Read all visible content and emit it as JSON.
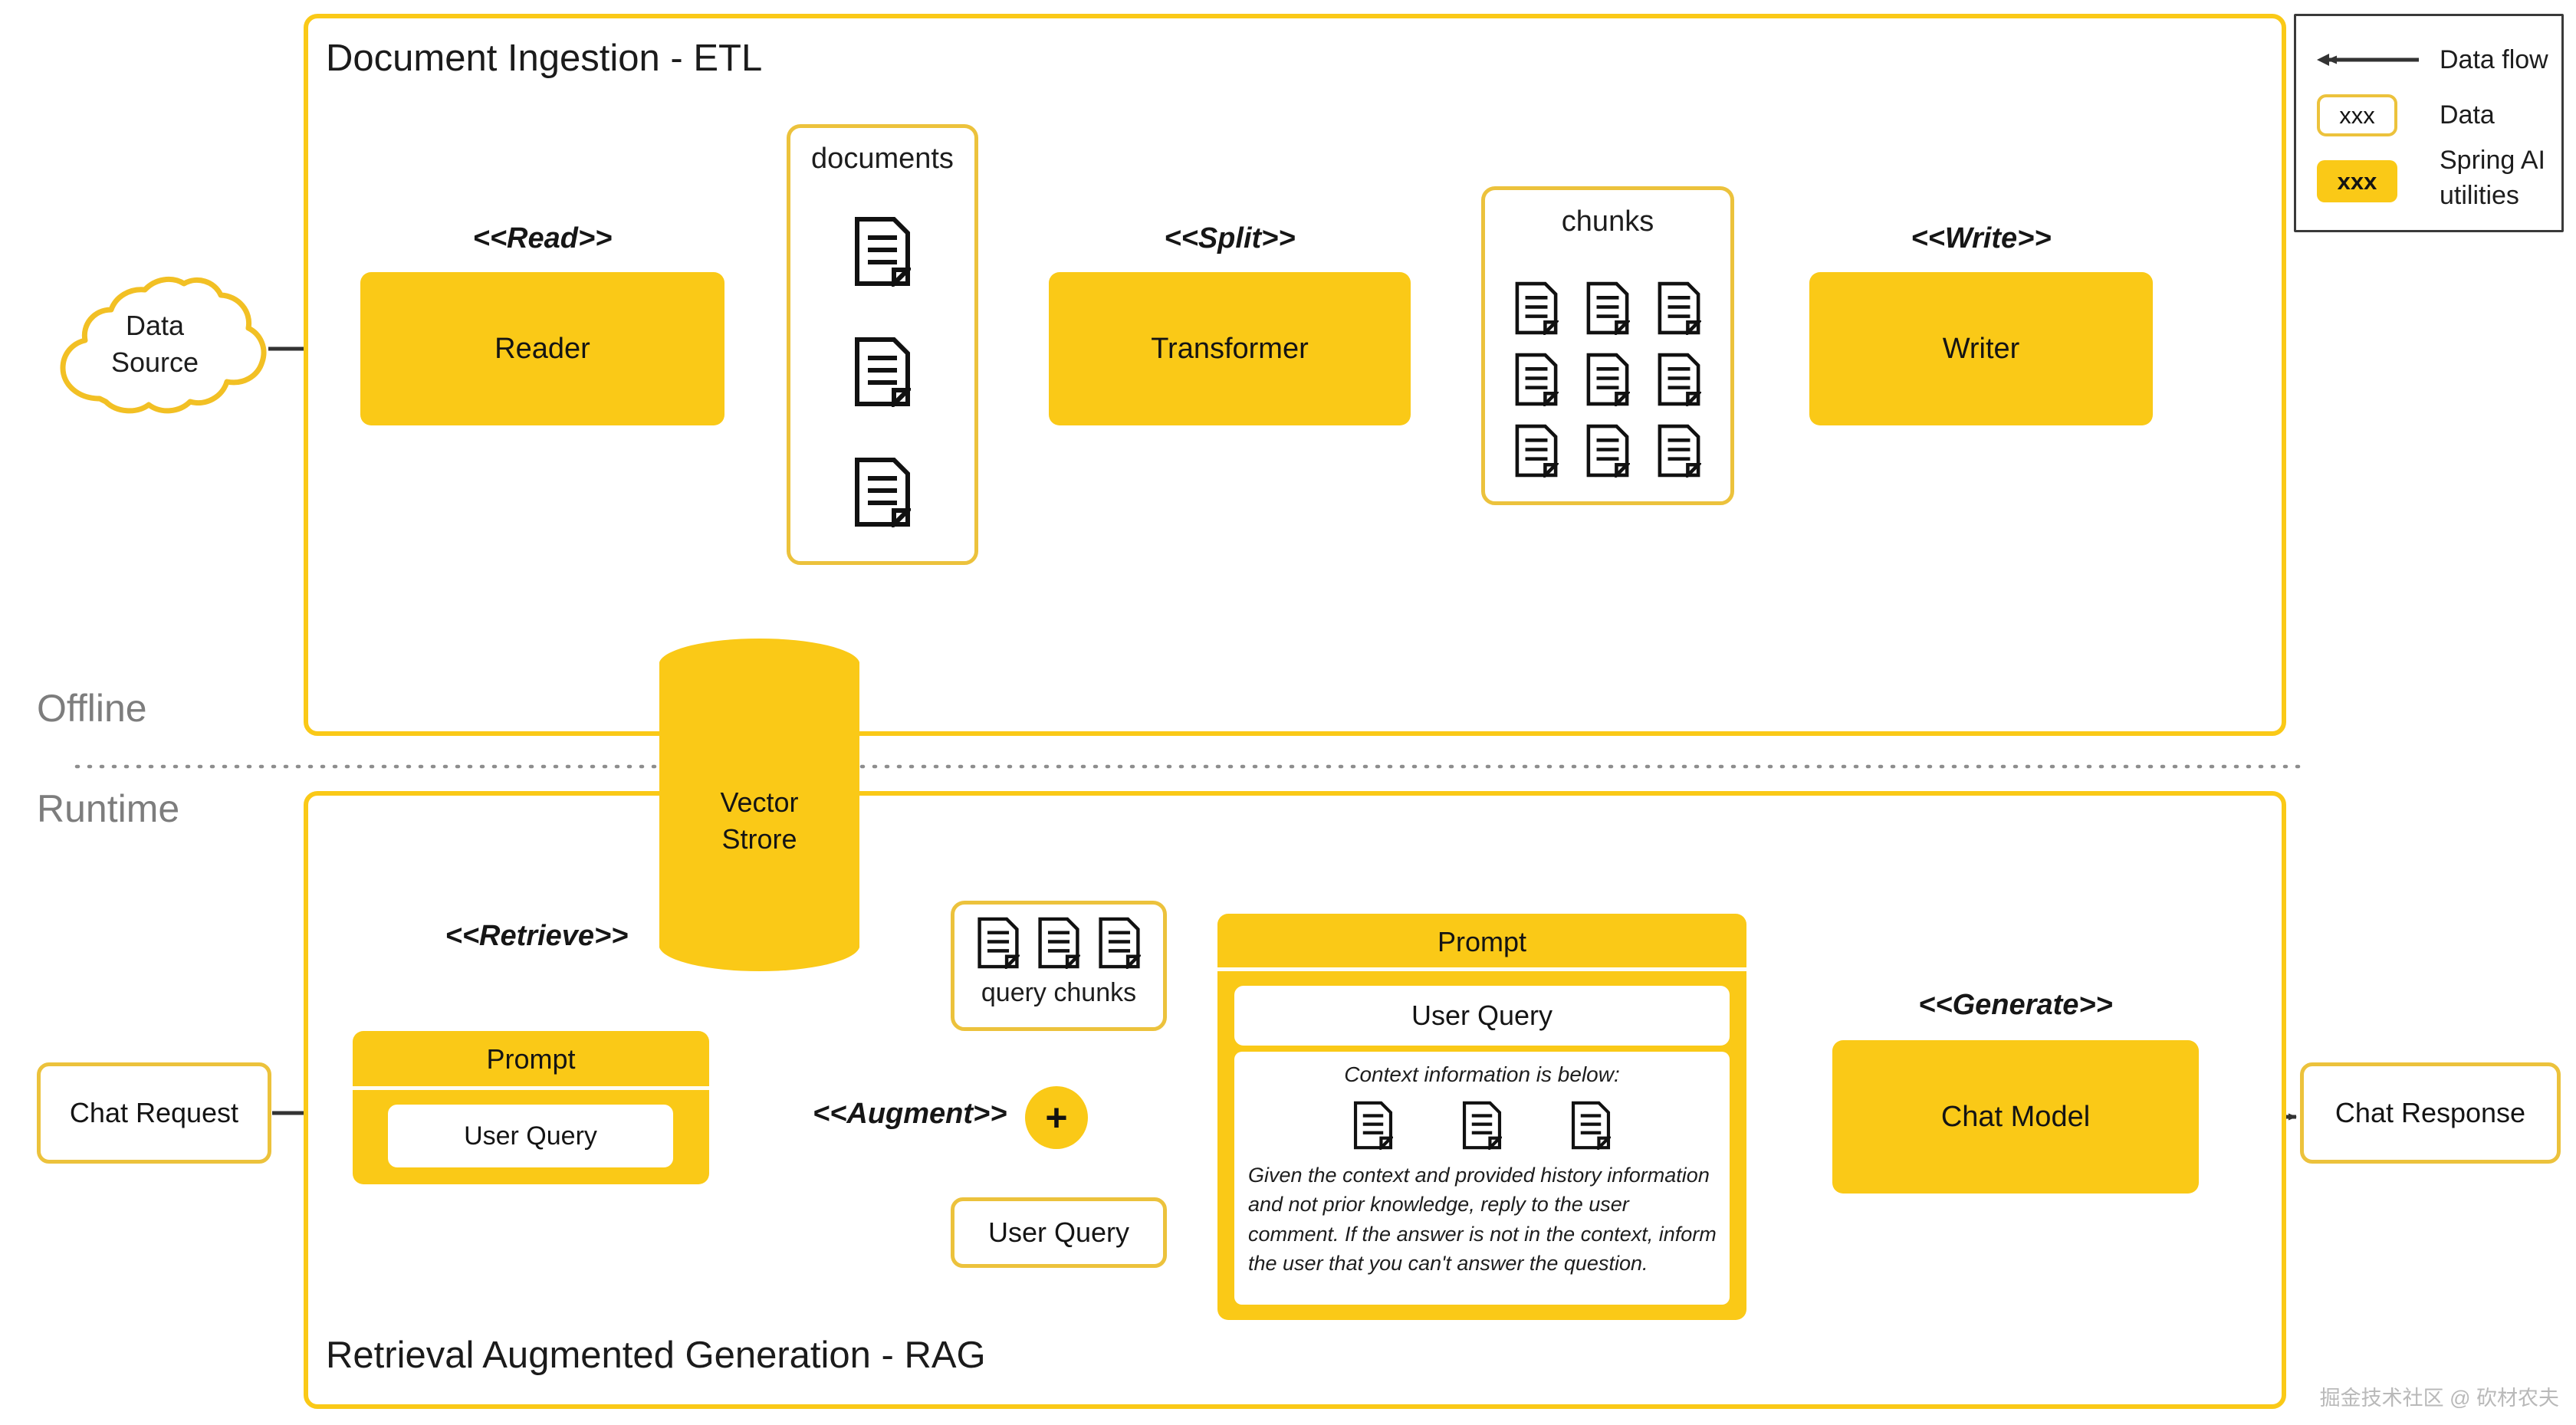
{
  "colors": {
    "spring_ai_fill": "#FAC917",
    "data_border": "#ECC23C",
    "container_border": "#FAC917",
    "arrow": "#333333",
    "phase_label": "#7D7D7D"
  },
  "sections": {
    "etl": {
      "title": "Document Ingestion - ETL"
    },
    "rag": {
      "title": "Retrieval Augmented Generation - RAG"
    }
  },
  "phases": {
    "offline": "Offline",
    "runtime": "Runtime"
  },
  "legend": {
    "items": [
      {
        "kind": "arrow",
        "swatch_text": "",
        "label": "Data flow"
      },
      {
        "kind": "data",
        "swatch_text": "xxx",
        "label": "Data"
      },
      {
        "kind": "util",
        "swatch_text": "xxx",
        "label": "Spring AI\nutilities"
      }
    ],
    "arrow_label": "Data flow",
    "data_label": "Data",
    "data_swatch": "xxx",
    "util_label": "Spring AI utilities",
    "util_label_line1": "Spring AI",
    "util_label_line2": "utilities",
    "util_swatch": "xxx"
  },
  "etl": {
    "data_source": "Data\nSource",
    "data_source_line1": "Data",
    "data_source_line2": "Source",
    "stereo_read": "<<Read>>",
    "reader": "Reader",
    "documents_title": "documents",
    "documents_count": 3,
    "stereo_split": "<<Split>>",
    "transformer": "Transformer",
    "chunks_title": "chunks",
    "chunks_count": 9,
    "stereo_write": "<<Write>>",
    "writer": "Writer"
  },
  "store": {
    "line1": "Vector",
    "line2": "Strore"
  },
  "rag": {
    "chat_request": "Chat Request",
    "stereo_retrieve": "<<Retrieve>>",
    "prompt_in_header": "Prompt",
    "prompt_in_user_query": "User Query",
    "query_chunks_label": "query chunks",
    "query_chunks_count": 3,
    "stereo_augment": "<<Augment>>",
    "plus_symbol": "+",
    "user_query_box": "User Query",
    "prompt_out_header": "Prompt",
    "prompt_out_user_query": "User Query",
    "prompt_out_context_line": "Context information is below:",
    "prompt_out_doc_count": 3,
    "prompt_out_instruction": "Given the context and provided history information and not prior knowledge, reply to the user comment. If the answer is not in the context, inform the user that you can't answer the question.",
    "stereo_generate": "<<Generate>>",
    "chat_model": "Chat Model",
    "chat_response": "Chat Response"
  },
  "watermark": "掘金技术社区 @ 砍材农夫"
}
